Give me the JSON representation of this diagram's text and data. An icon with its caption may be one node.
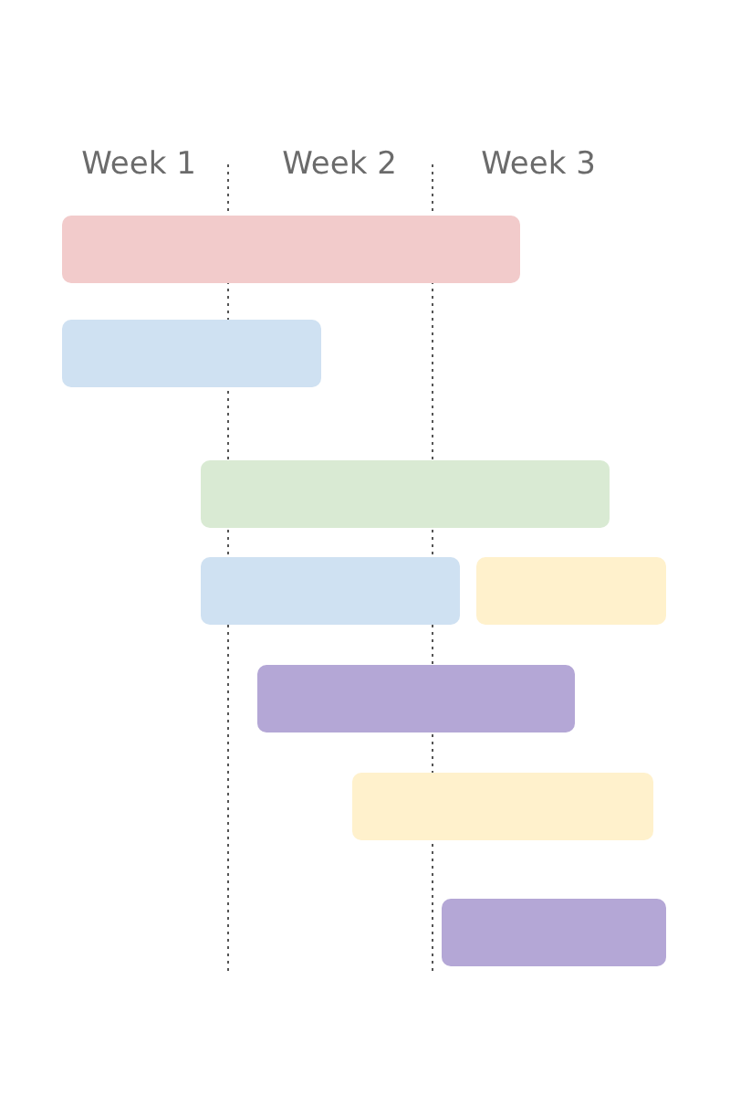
{
  "diagram": {
    "nodes": [
      {
        "text": [],
        "shape": "bar"
      },
      {
        "text": [],
        "shape": "bar"
      },
      {
        "text": [],
        "shape": "bar"
      },
      {
        "text": [],
        "shape": "bar"
      },
      {
        "text": [],
        "shape": "bar"
      },
      {
        "text": [],
        "shape": "bar"
      },
      {
        "text": [],
        "shape": "bar"
      },
      {
        "text": [],
        "shape": "bar"
      }
    ],
    "labels": [
      "Week 1",
      "Week 2",
      "Week 3"
    ]
  }
}
